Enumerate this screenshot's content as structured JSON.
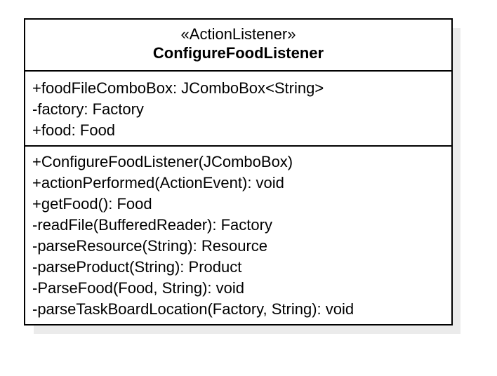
{
  "uml_class": {
    "stereotype": "«ActionListener»",
    "name": "ConfigureFoodListener",
    "attributes": [
      "+foodFileComboBox: JComboBox<String>",
      "-factory: Factory",
      "+food: Food"
    ],
    "operations": [
      "+ConfigureFoodListener(JComboBox)",
      "+actionPerformed(ActionEvent): void",
      "+getFood(): Food",
      "-readFile(BufferedReader): Factory",
      "-parseResource(String): Resource",
      "-parseProduct(String): Product",
      "-ParseFood(Food, String): void",
      "-parseTaskBoardLocation(Factory, String): void"
    ]
  }
}
